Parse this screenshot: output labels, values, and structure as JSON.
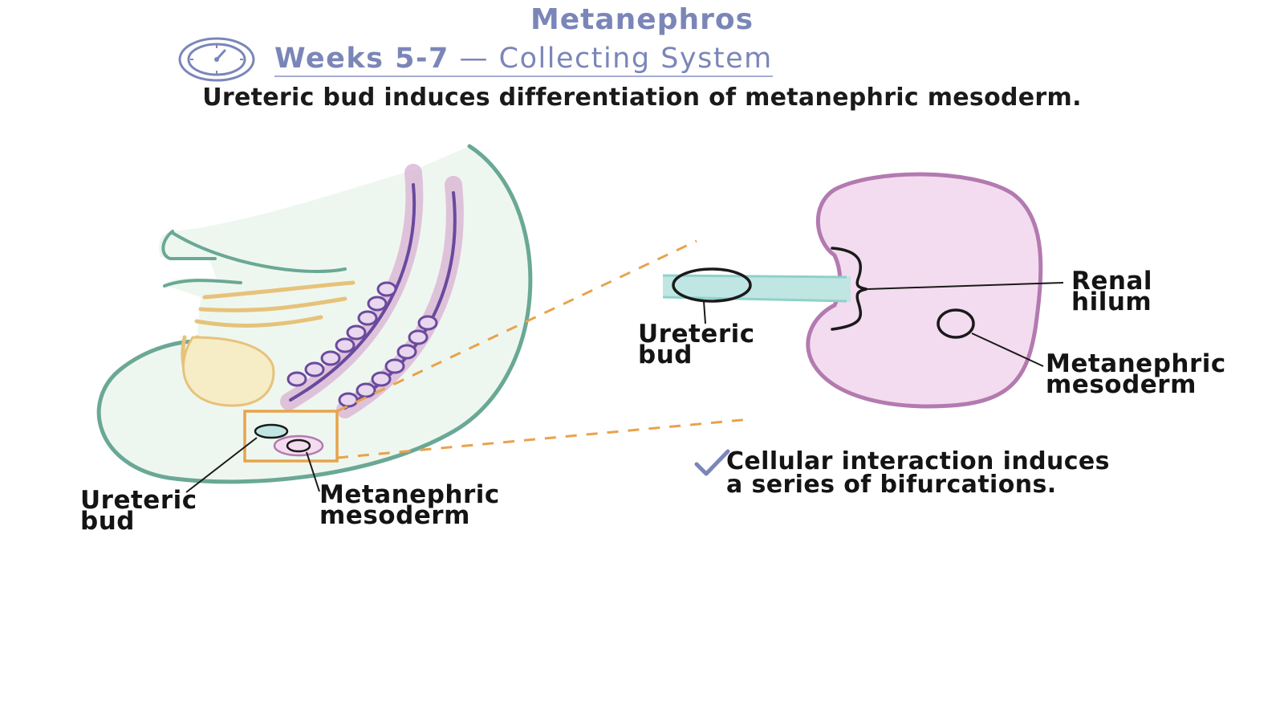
{
  "header": {
    "title": "Metanephros",
    "subtitle_bold": "Weeks 5-7",
    "subtitle_dash": "—",
    "subtitle_rest": "Collecting System",
    "lead": "Ureteric bud induces differentiation of metanephric mesoderm."
  },
  "left_figure": {
    "ureteric_bud_line1": "Ureteric",
    "ureteric_bud_line2": "bud",
    "mesoderm_line1": "Metanephric",
    "mesoderm_line2": "mesoderm"
  },
  "right_figure": {
    "ureteric_bud_line1": "Ureteric",
    "ureteric_bud_line2": "bud",
    "hilum_line1": "Renal",
    "hilum_line2": "hilum",
    "mesoderm_line1": "Metanephric",
    "mesoderm_line2": "mesoderm"
  },
  "note": {
    "line1": "Cellular interaction induces",
    "line2": "a series of bifurcations."
  },
  "colors": {
    "title": "#7b86b8",
    "embryo_outline": "#6aa896",
    "embryo_fill": "#eef7ef",
    "gut": "#e6c27a",
    "duct": "#6a4a9e",
    "duct_halo": "#dbb8d6",
    "zoom_box": "#e8a34a",
    "kidney_fill": "#f3dcef",
    "kidney_outline": "#b37ab0",
    "bud_tube": "#bfe6e2",
    "checkmark": "#7b86b8"
  },
  "icons": {
    "clock": "clock-icon",
    "check": "check-icon"
  }
}
